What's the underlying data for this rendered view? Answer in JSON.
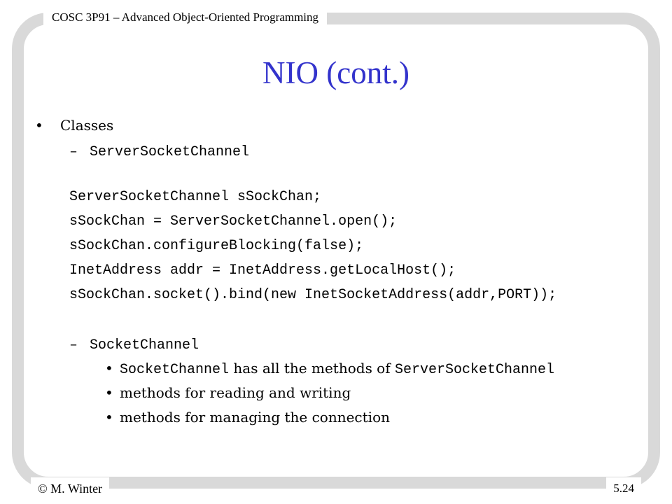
{
  "header": {
    "course": "COSC 3P91 – Advanced Object-Oriented Programming"
  },
  "slide": {
    "title": "NIO (cont.)",
    "bullet_glyph": "•",
    "dash_glyph": "–",
    "level1": "Classes",
    "sub1": "ServerSocketChannel",
    "code_lines": [
      "ServerSocketChannel sSockChan;",
      "sSockChan = ServerSocketChannel.open();",
      "sSockChan.configureBlocking(false);",
      "InetAddress addr = InetAddress.getLocalHost();",
      "sSockChan.socket().bind(new InetSocketAddress(addr,PORT));"
    ],
    "sub2": "SocketChannel",
    "sub2_bullets": {
      "b1_code1": "SocketChannel",
      "b1_text": " has all the methods of ",
      "b1_code2": "ServerSocketChannel",
      "b2": "methods for reading and writing",
      "b3": "methods for managing the connection"
    }
  },
  "footer": {
    "author": "© M. Winter",
    "page": "5.24"
  }
}
